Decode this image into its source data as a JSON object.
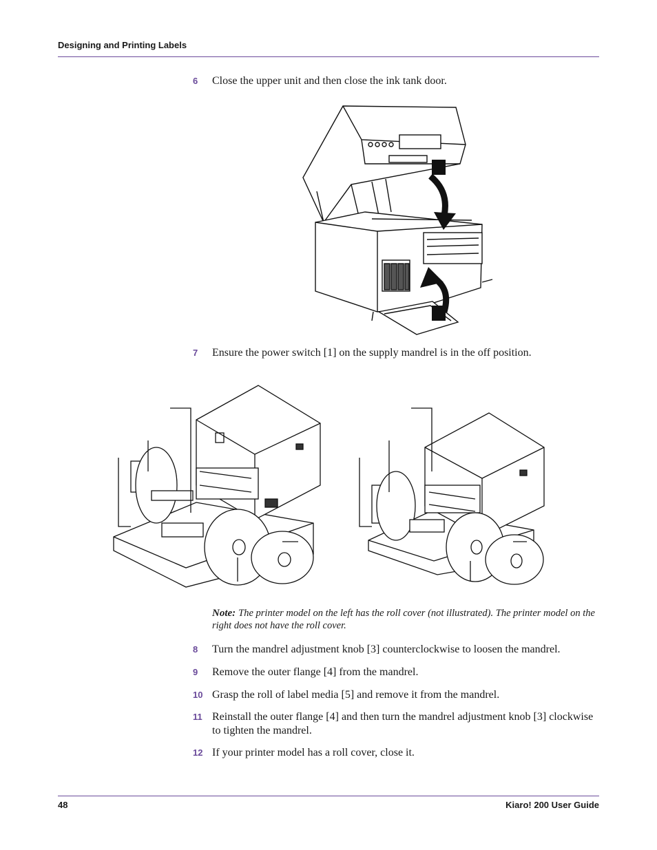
{
  "header": {
    "title": "Designing and Printing Labels"
  },
  "steps": [
    {
      "num": "6",
      "text": "Close the upper unit and then close the ink tank door."
    },
    {
      "num": "7",
      "text": "Ensure the power switch [1] on the supply mandrel is in the off position."
    },
    {
      "num": "8",
      "text": "Turn the mandrel adjustment knob [3] counterclockwise to loosen the mandrel."
    },
    {
      "num": "9",
      "text": "Remove the outer flange [4] from the mandrel."
    },
    {
      "num": "10",
      "text": "Grasp the roll of label media [5] and remove it from the mandrel."
    },
    {
      "num": "11",
      "text": "Reinstall the outer flange [4] and then turn the mandrel adjustment knob [3] clockwise to tighten the mandrel."
    },
    {
      "num": "12",
      "text": "If your printer model has a roll cover, close it."
    }
  ],
  "note": {
    "label": "Note:",
    "text": "The printer model on the left has the roll cover (not illustrated). The printer model on the right does not have the roll cover."
  },
  "footer": {
    "page": "48",
    "guide": "Kiaro! 200 User Guide"
  },
  "colors": {
    "accent": "#6a4a9a",
    "text": "#1a1a1a"
  }
}
